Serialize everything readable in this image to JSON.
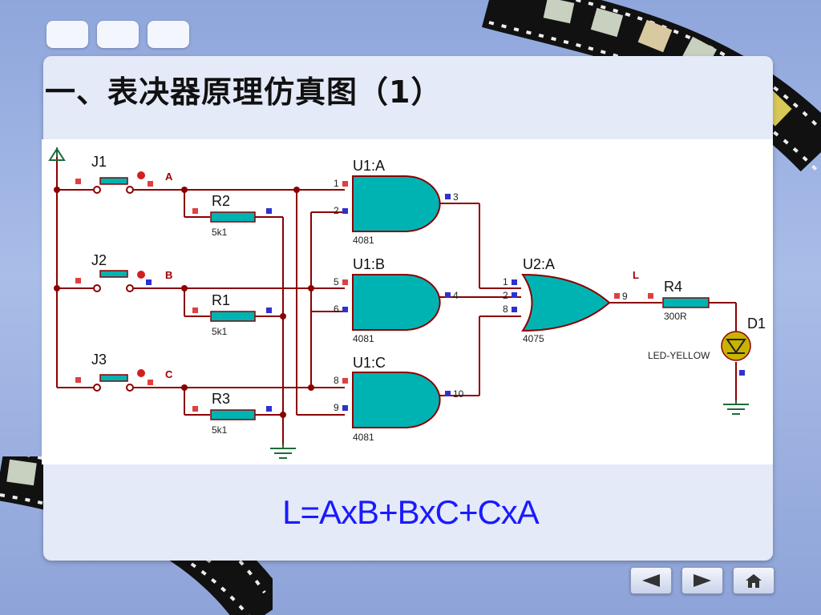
{
  "slide": {
    "title": "一、表决器原理仿真图（1）",
    "formula": "L=AxB+BxC+CxA"
  },
  "circuit": {
    "switches": [
      {
        "ref": "J1",
        "node": "A"
      },
      {
        "ref": "J2",
        "node": "B"
      },
      {
        "ref": "J3",
        "node": "C"
      }
    ],
    "resistors": [
      {
        "ref": "R2",
        "value": "5k1"
      },
      {
        "ref": "R1",
        "value": "5k1"
      },
      {
        "ref": "R3",
        "value": "5k1"
      },
      {
        "ref": "R4",
        "value": "300R"
      }
    ],
    "and_gates": [
      {
        "ref": "U1:A",
        "part": "4081",
        "in1": "1",
        "in2": "2",
        "out": "3"
      },
      {
        "ref": "U1:B",
        "part": "4081",
        "in1": "5",
        "in2": "6",
        "out": "4"
      },
      {
        "ref": "U1:C",
        "part": "4081",
        "in1": "8",
        "in2": "9",
        "out": "10"
      }
    ],
    "or_gate": {
      "ref": "U2:A",
      "part": "4075",
      "in1": "1",
      "in2": "2",
      "in3": "8",
      "out": "9"
    },
    "output_label": "L",
    "led": {
      "ref": "D1",
      "part": "LED-YELLOW"
    },
    "colors": {
      "wire": "#8b0000",
      "part": "#00b3b3",
      "pin_input": "#e04040",
      "pin_output": "#3030d0",
      "label": "#a00000"
    }
  },
  "nav": {
    "prev_icon": "left-triangle-icon",
    "next_icon": "right-triangle-icon",
    "home_icon": "home-icon"
  }
}
